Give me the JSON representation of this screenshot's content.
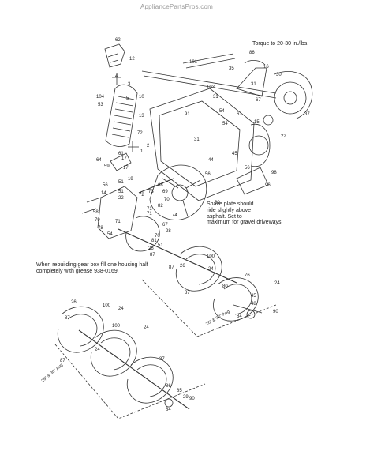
{
  "watermark": "AppliancePartsPros.com",
  "notes": {
    "torque": "Torque to 20-30 in./lbs.",
    "shave_plate": "Shave plate should\nride slightly above\nasphalt. Set to\nmaximum for gravel driveways.",
    "gear_box": "When rebuilding gear box fill one housing half\ncompletely with grease 938-0169."
  },
  "variant_labels": {
    "mid": "26\" & 30\" Aug",
    "lower": "26\" & 30\" Aug"
  },
  "part_numbers": {
    "chute": [
      "62",
      "12",
      "4",
      "3",
      "5",
      "104",
      "53",
      "10",
      "13",
      "72",
      "2",
      "1"
    ],
    "handle_top": [
      "101",
      "86",
      "35",
      "16",
      "31",
      "103",
      "31",
      "54",
      "67",
      "15",
      "22",
      "37",
      "30"
    ],
    "housing": [
      "91",
      "61",
      "54",
      "31",
      "45",
      "44",
      "56",
      "56",
      "98",
      "96",
      "60"
    ],
    "gear": [
      "61",
      "17",
      "64",
      "17",
      "59",
      "51",
      "56",
      "51",
      "22",
      "72",
      "71",
      "71",
      "82",
      "71",
      "79",
      "78",
      "54",
      "58",
      "14",
      "19",
      "73",
      "68",
      "69",
      "70",
      "74",
      "67",
      "28",
      "70",
      "81",
      "51",
      "26",
      "87"
    ],
    "auger_mid": [
      "87",
      "26",
      "100",
      "24",
      "87",
      "80",
      "76",
      "45",
      "48",
      "84",
      "90",
      "24"
    ],
    "auger_low": [
      "26",
      "100",
      "24",
      "100",
      "24",
      "87",
      "87",
      "24",
      "87",
      "86",
      "85",
      "29",
      "84",
      "90"
    ]
  }
}
